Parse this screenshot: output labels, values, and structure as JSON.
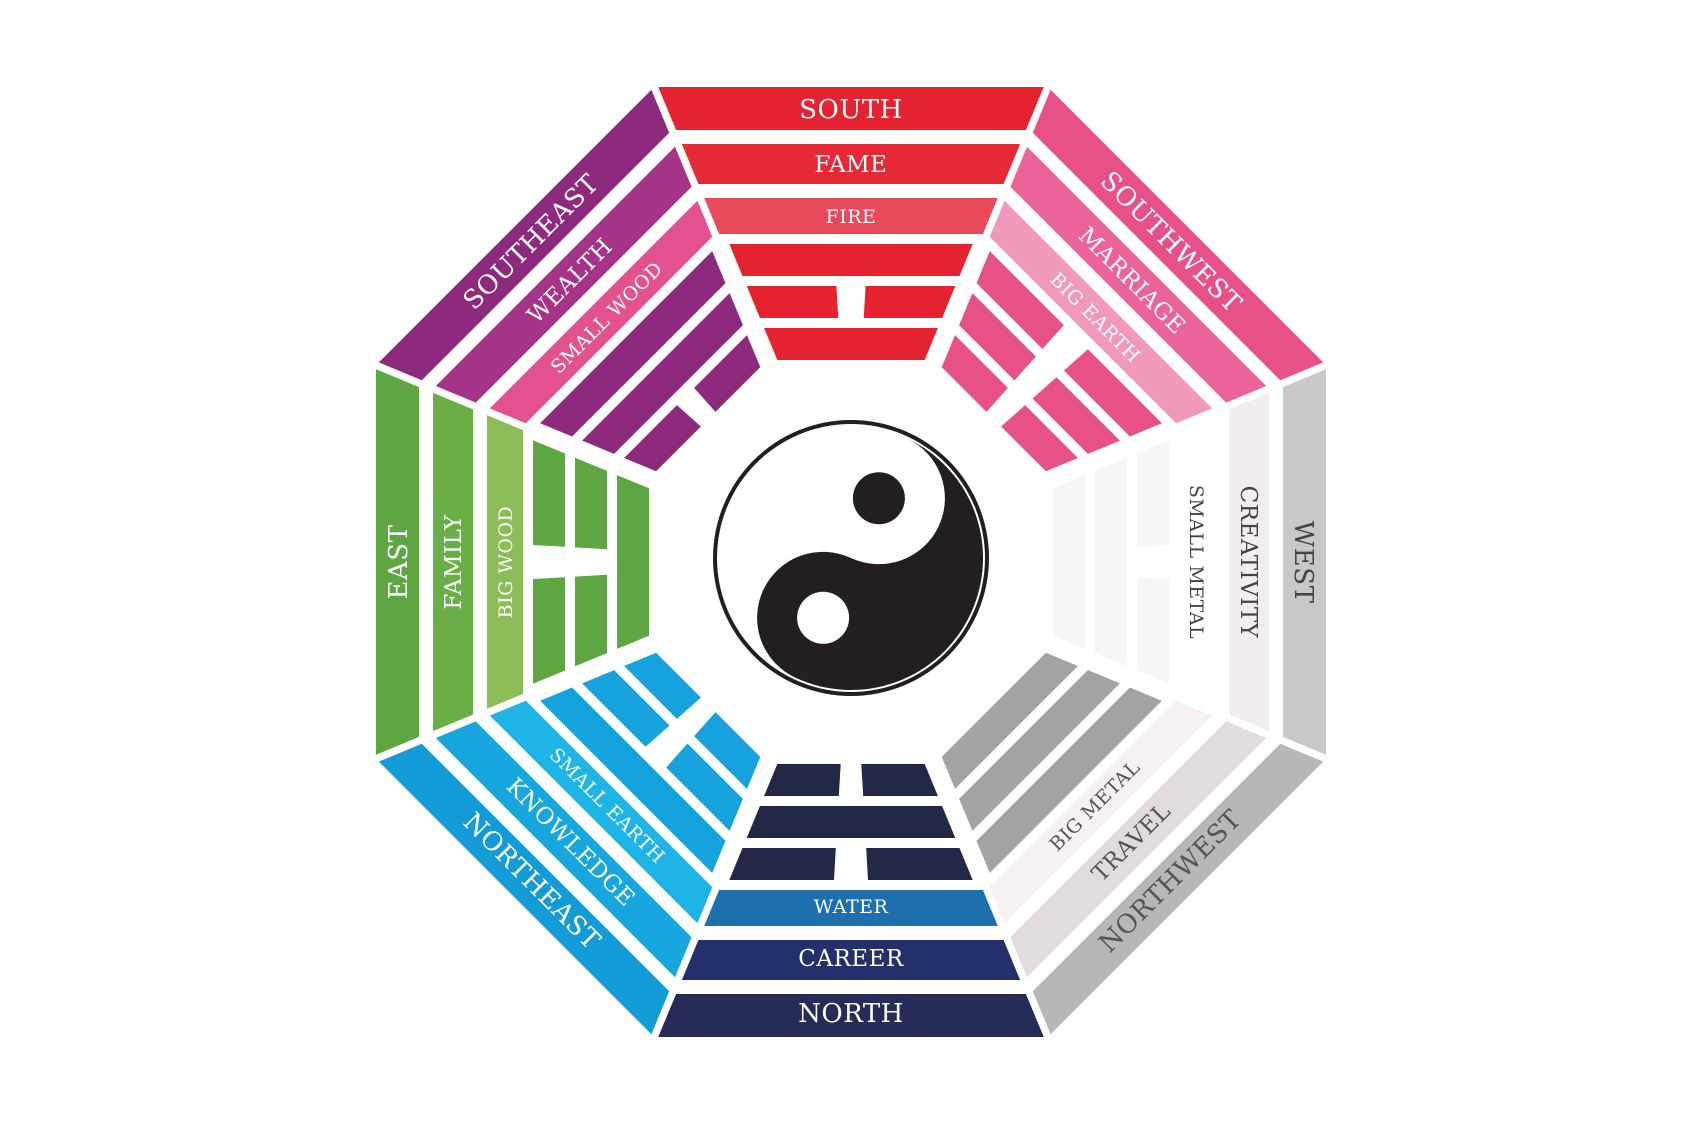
{
  "sectors": [
    {
      "id": "south",
      "direction": "SOUTH",
      "aspiration": "FAME",
      "element": "FIRE",
      "colors": [
        "#e52330",
        "#e52a36",
        "#e84a5c"
      ],
      "text_color": "#ffffff",
      "trigram": [
        true,
        false,
        true
      ],
      "trigram_color": "#e52330"
    },
    {
      "id": "southwest",
      "direction": "SOUTHWEST",
      "aspiration": "MARRIAGE",
      "element": "BIG EARTH",
      "colors": [
        "#e8508a",
        "#ea649a",
        "#f198bd"
      ],
      "text_color": "#ffffff",
      "trigram": [
        false,
        false,
        false
      ],
      "trigram_color": "#e8508a"
    },
    {
      "id": "west",
      "direction": "WEST",
      "aspiration": "CREATIVITY",
      "element": "SMALL METAL",
      "colors": [
        "#c8c8ca",
        "#f3eeee",
        "#ffffff"
      ],
      "text_color": "#444444",
      "trigram": [
        false,
        true,
        true
      ],
      "trigram_color": "#f6f6f6"
    },
    {
      "id": "northwest",
      "direction": "NORTHWEST",
      "aspiration": "TRAVEL",
      "element": "BIG METAL",
      "colors": [
        "#b7b7b9",
        "#e2dcdc",
        "#f7f1f1"
      ],
      "text_color": "#555555",
      "trigram": [
        true,
        true,
        true
      ],
      "trigram_color": "#a3a3a5"
    },
    {
      "id": "north",
      "direction": "NORTH",
      "aspiration": "CAREER",
      "element": "WATER",
      "colors": [
        "#272b58",
        "#23306b",
        "#1d6fae"
      ],
      "text_color": "#ffffff",
      "trigram": [
        false,
        true,
        false
      ],
      "trigram_color": "#242847"
    },
    {
      "id": "northeast",
      "direction": "NORTHEAST",
      "aspiration": "KNOWLEDGE",
      "element": "SMALL EARTH",
      "colors": [
        "#129bd6",
        "#18a6de",
        "#1fb4e6"
      ],
      "text_color": "#ffffff",
      "trigram": [
        true,
        false,
        false
      ],
      "trigram_color": "#16a2dc"
    },
    {
      "id": "east",
      "direction": "EAST",
      "aspiration": "FAMILY",
      "element": "BIG WOOD",
      "colors": [
        "#5ea641",
        "#6aae47",
        "#8cbd58"
      ],
      "text_color": "#ffffff",
      "trigram": [
        false,
        false,
        true
      ],
      "trigram_color": "#5ea641"
    },
    {
      "id": "southeast",
      "direction": "SOUTHEAST",
      "aspiration": "WEALTH",
      "element": "SMALL WOOD",
      "colors": [
        "#8e2a7e",
        "#a53388",
        "#e3528f"
      ],
      "text_color": "#ffffff",
      "trigram": [
        true,
        true,
        false
      ],
      "trigram_color": "#8e2a7e"
    }
  ],
  "yin_yang": {
    "dark": "#231f20",
    "light": "#ffffff"
  }
}
